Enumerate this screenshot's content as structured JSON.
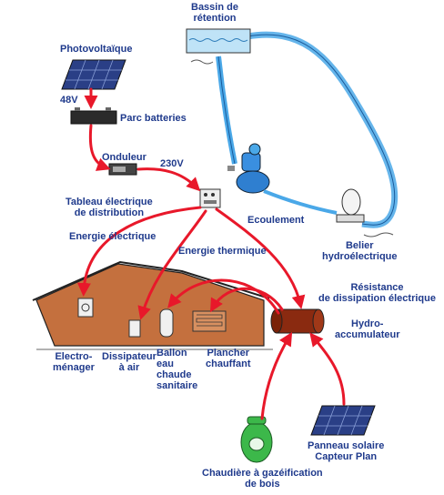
{
  "labels": {
    "bassin": [
      "Bassin de",
      "rétention"
    ],
    "photovoltaique": "Photovoltaïque",
    "v48": "48V",
    "parc_batteries": "Parc batteries",
    "onduleur": "Onduleur",
    "v230": "230V",
    "tableau": [
      "Tableau électrique",
      "de distribution"
    ],
    "energie_electrique": "Energie électrique",
    "ecoulement": "Ecoulement",
    "energie_thermique": "Energie thermique",
    "belier": [
      "Belier",
      "hydroélectrique"
    ],
    "resistance": [
      "Résistance",
      "de dissipation électrique"
    ],
    "hydro": [
      "Hydro-",
      "accumulateur"
    ],
    "electromenager": [
      "Electro-",
      "ménager"
    ],
    "dissipateur": [
      "Dissipateur",
      "à air"
    ],
    "ballon": [
      "Ballon",
      "eau",
      "chaude",
      "sanitaire"
    ],
    "plancher": [
      "Plancher",
      "chauffant"
    ],
    "panneau": [
      "Panneau solaire",
      "Capteur Plan"
    ],
    "chaudiere": [
      "Chaudière à gazéification",
      "de bois"
    ]
  },
  "colors": {
    "label": "#1f3a8c",
    "arrow": "#e8182a",
    "water": "#4aa8e8",
    "house_wall": "#c4703e",
    "tank": "#8a2a10",
    "boiler": "#3cb84a",
    "panel": "#2a3f86"
  }
}
